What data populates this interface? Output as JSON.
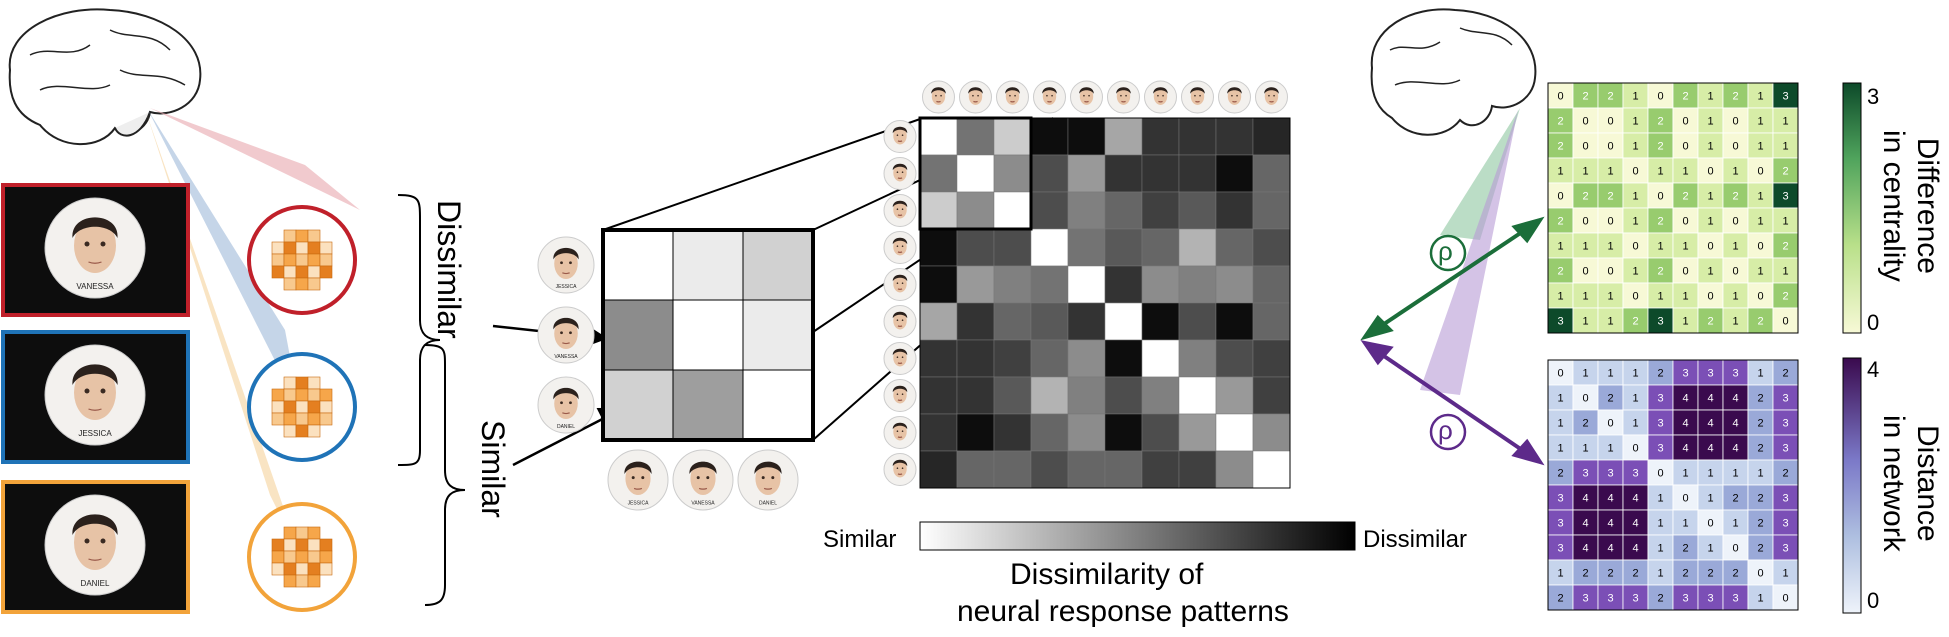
{
  "people": {
    "card_names": [
      "VANESSA",
      "JESSICA",
      "DANIEL"
    ],
    "card_colors": [
      "#c0202a",
      "#1f73b7",
      "#f2a33a"
    ]
  },
  "labels": {
    "dissimilar": "Dissimilar",
    "similar": "Similar",
    "scale_left": "Similar",
    "scale_right": "Dissimilar",
    "rdm_title_line1": "Dissimilarity of",
    "rdm_title_line2": "neural response patterns",
    "rho": "ρ",
    "centrality_line1": "Difference",
    "centrality_line2": "in centrality",
    "network_line1": "Distance",
    "network_line2": "in network"
  },
  "zoom": {
    "row_names": [
      "JESSICA",
      "VANESSA",
      "DANIEL"
    ],
    "col_names": [
      "JESSICA",
      "VANESSA",
      "DANIEL"
    ],
    "cells": [
      [
        0,
        0.08,
        0.18
      ],
      [
        0.45,
        0,
        0.08
      ],
      [
        0.18,
        0.38,
        0
      ]
    ]
  },
  "chart_data": [
    {
      "type": "heatmap",
      "title": "Dissimilarity of neural response patterns",
      "colorbar_ticks": [
        "Similar",
        "Dissimilar"
      ],
      "colormap": "white-to-black",
      "values": [
        [
          0.0,
          0.55,
          0.2,
          0.95,
          0.95,
          0.35,
          0.8,
          0.8,
          0.8,
          0.85
        ],
        [
          0.55,
          0.0,
          0.45,
          0.7,
          0.4,
          0.8,
          0.8,
          0.8,
          0.95,
          0.6
        ],
        [
          0.2,
          0.45,
          0.0,
          0.7,
          0.5,
          0.6,
          0.75,
          0.65,
          0.8,
          0.6
        ],
        [
          0.95,
          0.7,
          0.7,
          0.0,
          0.55,
          0.65,
          0.6,
          0.3,
          0.6,
          0.7
        ],
        [
          0.95,
          0.4,
          0.5,
          0.55,
          0.0,
          0.8,
          0.45,
          0.5,
          0.45,
          0.6
        ],
        [
          0.35,
          0.8,
          0.6,
          0.65,
          0.8,
          0.0,
          0.95,
          0.7,
          0.95,
          0.6
        ],
        [
          0.8,
          0.8,
          0.75,
          0.6,
          0.45,
          0.95,
          0.0,
          0.5,
          0.7,
          0.75
        ],
        [
          0.8,
          0.8,
          0.65,
          0.3,
          0.5,
          0.7,
          0.5,
          0.0,
          0.4,
          0.75
        ],
        [
          0.8,
          0.95,
          0.8,
          0.6,
          0.45,
          0.95,
          0.7,
          0.4,
          0.0,
          0.45
        ],
        [
          0.85,
          0.6,
          0.6,
          0.7,
          0.6,
          0.6,
          0.75,
          0.75,
          0.45,
          0.0
        ]
      ]
    },
    {
      "type": "heatmap",
      "title": "Difference in centrality",
      "colorbar_ticks": [
        "3",
        "0"
      ],
      "vmin": 0,
      "vmax": 3,
      "colormap": "yellow-to-dark-green",
      "values": [
        [
          0,
          2,
          2,
          1,
          0,
          2,
          1,
          2,
          1,
          3
        ],
        [
          2,
          0,
          0,
          1,
          2,
          0,
          1,
          0,
          1,
          1
        ],
        [
          2,
          0,
          0,
          1,
          2,
          0,
          1,
          0,
          1,
          1
        ],
        [
          1,
          1,
          1,
          0,
          1,
          1,
          0,
          1,
          0,
          2
        ],
        [
          0,
          2,
          2,
          1,
          0,
          2,
          1,
          2,
          1,
          3
        ],
        [
          2,
          0,
          0,
          1,
          2,
          0,
          1,
          0,
          1,
          1
        ],
        [
          1,
          1,
          1,
          0,
          1,
          1,
          0,
          1,
          0,
          2
        ],
        [
          2,
          0,
          0,
          1,
          2,
          0,
          1,
          0,
          1,
          1
        ],
        [
          1,
          1,
          1,
          0,
          1,
          1,
          0,
          1,
          0,
          2
        ],
        [
          3,
          1,
          1,
          2,
          3,
          1,
          2,
          1,
          2,
          0
        ]
      ]
    },
    {
      "type": "heatmap",
      "title": "Distance in network",
      "colorbar_ticks": [
        "4",
        "0"
      ],
      "vmin": 0,
      "vmax": 4,
      "colormap": "light-blue-to-purple",
      "values": [
        [
          0,
          1,
          1,
          1,
          2,
          3,
          3,
          3,
          1,
          2
        ],
        [
          1,
          0,
          2,
          1,
          3,
          4,
          4,
          4,
          2,
          3
        ],
        [
          1,
          2,
          0,
          1,
          3,
          4,
          4,
          4,
          2,
          3
        ],
        [
          1,
          1,
          1,
          0,
          3,
          4,
          4,
          4,
          2,
          3
        ],
        [
          2,
          3,
          3,
          3,
          0,
          1,
          1,
          1,
          1,
          2
        ],
        [
          3,
          4,
          4,
          4,
          1,
          0,
          1,
          2,
          2,
          3
        ],
        [
          3,
          4,
          4,
          4,
          1,
          1,
          0,
          1,
          2,
          3
        ],
        [
          3,
          4,
          4,
          4,
          1,
          2,
          1,
          0,
          2,
          3
        ],
        [
          1,
          2,
          2,
          2,
          1,
          2,
          2,
          2,
          0,
          1
        ],
        [
          2,
          3,
          3,
          3,
          2,
          3,
          3,
          3,
          1,
          0
        ]
      ]
    }
  ]
}
